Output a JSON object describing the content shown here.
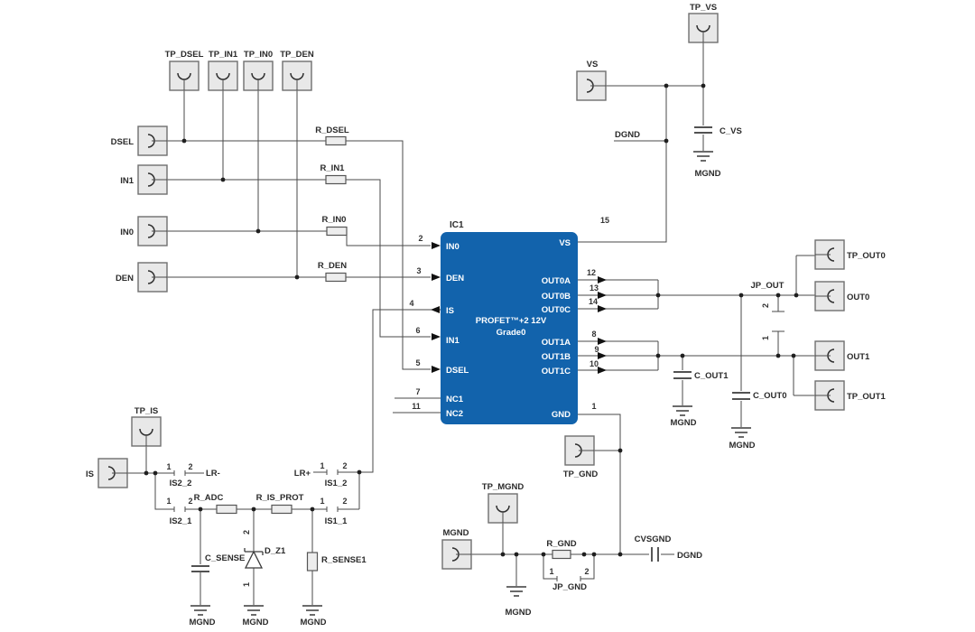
{
  "colors": {
    "ic_fill": "#1263ac",
    "ic_text": "#ffffff",
    "wire": "#4a4a4a",
    "component_fill": "#e8e8e8",
    "background": "#ffffff"
  },
  "ic": {
    "ref": "IC1",
    "title_line1": "PROFET™+2 12V",
    "title_line2": "Grade0",
    "pins": {
      "in0": {
        "num": "2",
        "name": "IN0"
      },
      "den": {
        "num": "3",
        "name": "DEN"
      },
      "is": {
        "num": "4",
        "name": "IS"
      },
      "in1": {
        "num": "6",
        "name": "IN1"
      },
      "dsel": {
        "num": "5",
        "name": "DSEL"
      },
      "nc1": {
        "num": "7",
        "name": "NC1"
      },
      "nc2": {
        "num": "11",
        "name": "NC2"
      },
      "vs": {
        "num": "15",
        "name": "VS"
      },
      "out0a": {
        "num": "12",
        "name": "OUT0A"
      },
      "out0b": {
        "num": "13",
        "name": "OUT0B"
      },
      "out0c": {
        "num": "14",
        "name": "OUT0C"
      },
      "out1a": {
        "num": "8",
        "name": "OUT1A"
      },
      "out1b": {
        "num": "9",
        "name": "OUT1B"
      },
      "out1c": {
        "num": "10",
        "name": "OUT1C"
      },
      "gnd": {
        "num": "1",
        "name": "GND"
      }
    }
  },
  "test_points": {
    "tp_dsel": "TP_DSEL",
    "tp_in1": "TP_IN1",
    "tp_in0": "TP_IN0",
    "tp_den": "TP_DEN",
    "tp_vs": "TP_VS",
    "tp_is": "TP_IS",
    "tp_mgnd": "TP_MGND"
  },
  "connectors": {
    "dsel": "DSEL",
    "in1": "IN1",
    "in0": "IN0",
    "den": "DEN",
    "vs": "VS",
    "is": "IS",
    "mgnd": "MGND",
    "tp_gnd": "TP_GND",
    "tp_out0": "TP_OUT0",
    "out0": "OUT0",
    "out1": "OUT1",
    "tp_out1": "TP_OUT1"
  },
  "resistors": {
    "r_dsel": "R_DSEL",
    "r_in1": "R_IN1",
    "r_in0": "R_IN0",
    "r_den": "R_DEN",
    "r_adc": "R_ADC",
    "r_is_prot": "R_IS_PROT",
    "r_sense1": "R_SENSE1",
    "r_gnd": "R_GND"
  },
  "capacitors": {
    "c_vs": "C_VS",
    "c_out1": "C_OUT1",
    "c_out0": "C_OUT0",
    "c_sense": "C_SENSE",
    "cvsgnd": "CVSGND"
  },
  "diode": {
    "label": "D_Z1",
    "pin_top": "2",
    "pin_bottom": "1"
  },
  "jumpers": {
    "is2_2": {
      "label": "IS2_2",
      "pin1": "1",
      "pin2": "2"
    },
    "is2_1": {
      "label": "IS2_1",
      "pin1": "1",
      "pin2": "2"
    },
    "is1_2": {
      "label": "IS1_2",
      "pin1": "1",
      "pin2": "2"
    },
    "is1_1": {
      "label": "IS1_1",
      "pin1": "1",
      "pin2": "2"
    },
    "jp_out": {
      "label": "JP_OUT",
      "pin1": "1",
      "pin2": "2"
    },
    "jp_gnd": {
      "label": "JP_GND",
      "pin1": "1",
      "pin2": "2"
    }
  },
  "nets": {
    "dgnd_top": "DGND",
    "dgnd_bottom": "DGND",
    "lr_minus": "LR-",
    "lr_plus": "LR+",
    "mgnd": "MGND"
  }
}
